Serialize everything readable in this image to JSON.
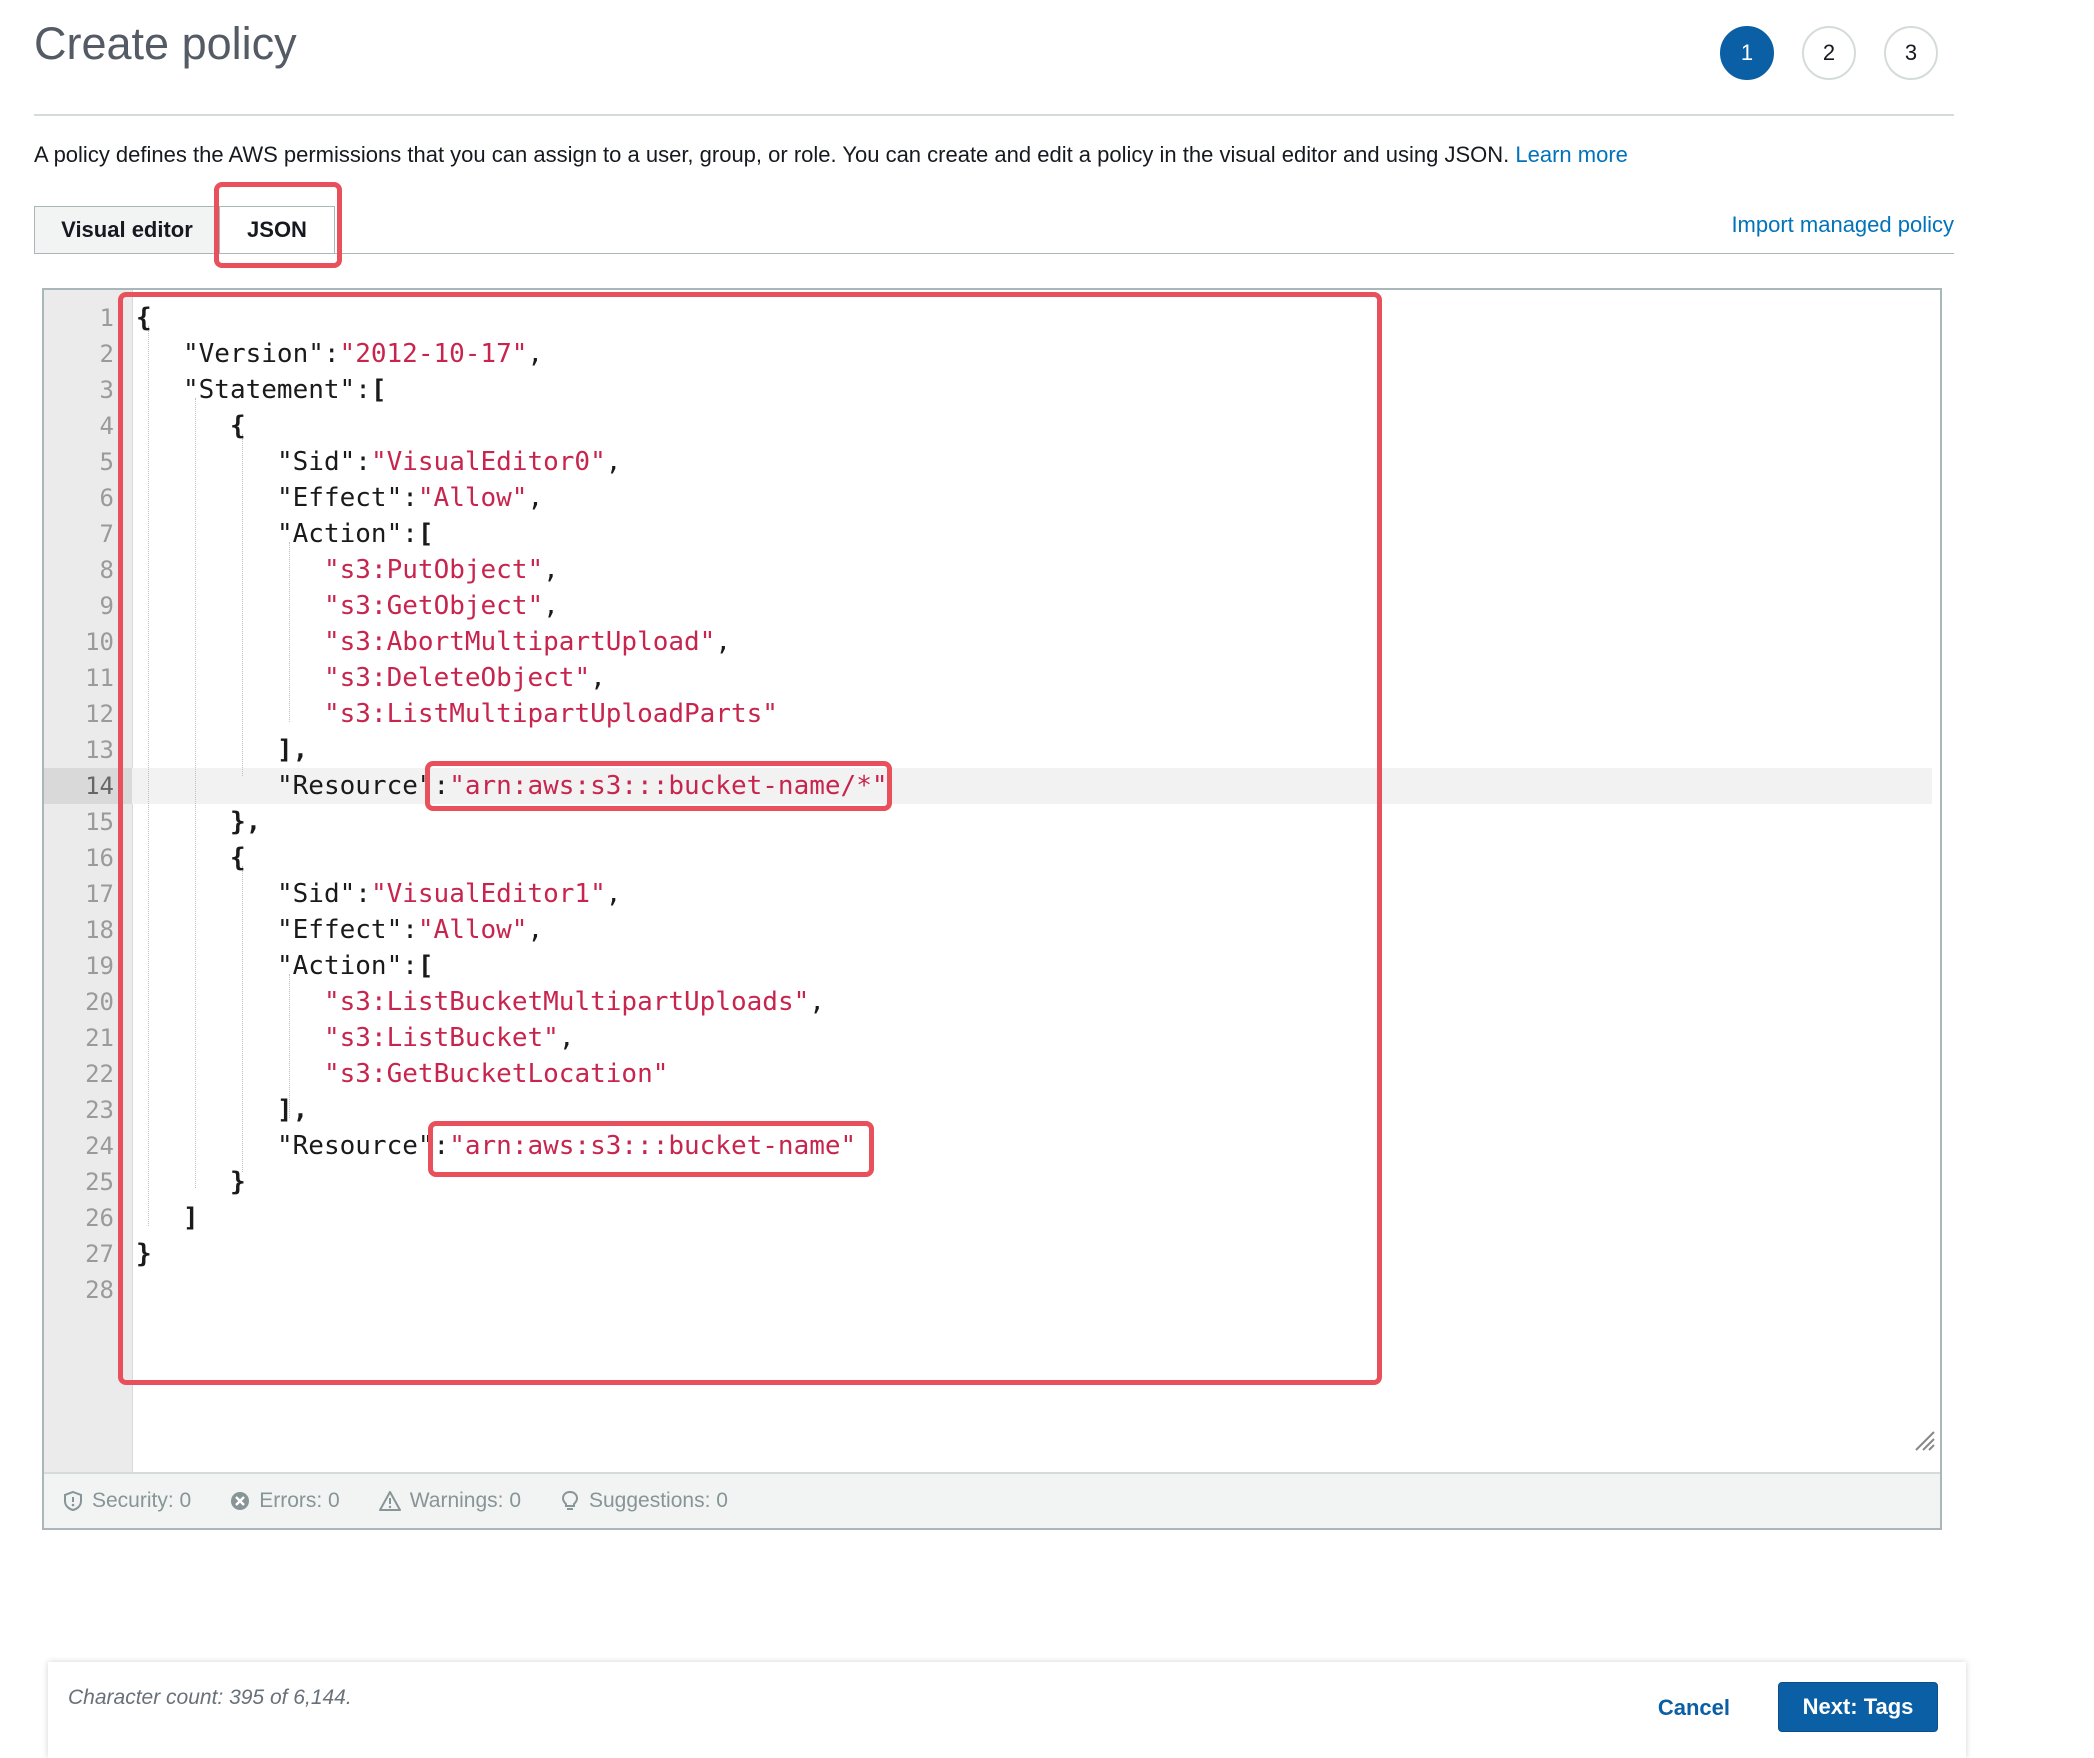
{
  "page": {
    "title": "Create policy",
    "steps": [
      "1",
      "2",
      "3"
    ],
    "description": "A policy defines the AWS permissions that you can assign to a user, group, or role. You can create and edit a policy in the visual editor and using JSON.",
    "learn_more": "Learn more"
  },
  "tabs": {
    "visual_editor": "Visual editor",
    "json": "JSON",
    "import_link": "Import managed policy"
  },
  "editor": {
    "line_numbers": [
      "1",
      "2",
      "3",
      "4",
      "5",
      "6",
      "7",
      "8",
      "9",
      "10",
      "11",
      "12",
      "13",
      "14",
      "15",
      "16",
      "17",
      "18",
      "19",
      "20",
      "21",
      "22",
      "23",
      "24",
      "25",
      "26",
      "27",
      "28"
    ],
    "active_line": "14",
    "tokens": {
      "l1_open": "{",
      "version_key": "\"Version\"",
      "version_val": "\"2012-10-17\"",
      "statement_key": "\"Statement\"",
      "bracket_open": "[",
      "obj_open": "{",
      "sid_key": "\"Sid\"",
      "sid0_val": "\"VisualEditor0\"",
      "effect_key": "\"Effect\"",
      "allow_val": "\"Allow\"",
      "action_key": "\"Action\"",
      "a1": "\"s3:PutObject\"",
      "a2": "\"s3:GetObject\"",
      "a3": "\"s3:AbortMultipartUpload\"",
      "a4": "\"s3:DeleteObject\"",
      "a5": "\"s3:ListMultipartUploadParts\"",
      "arr_close": "],",
      "resource_key": "\"Resource\"",
      "resource1_val": "\"arn:aws:s3:::bucket-name/*\"",
      "obj_close_comma": "},",
      "sid1_val": "\"VisualEditor1\"",
      "b1": "\"s3:ListBucketMultipartUploads\"",
      "b2": "\"s3:ListBucket\"",
      "b3": "\"s3:GetBucketLocation\"",
      "resource2_val": "\"arn:aws:s3:::bucket-name\"",
      "obj_close": "}",
      "bracket_close": "]",
      "root_close": "}"
    }
  },
  "status": {
    "security": "Security: 0",
    "errors": "Errors: 0",
    "warnings": "Warnings: 0",
    "suggestions": "Suggestions: 0"
  },
  "footer": {
    "character_count": "Character count: 395 of 6,144.",
    "cancel": "Cancel",
    "next": "Next: Tags"
  },
  "colors": {
    "accent": "#0b5fa5",
    "link": "#0073bb",
    "string": "#c7254e",
    "highlight": "#e8505b"
  }
}
